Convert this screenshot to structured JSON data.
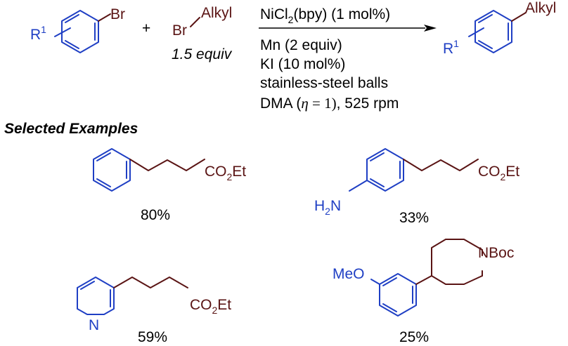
{
  "reaction": {
    "reactant1_sub": "R",
    "reactant1_sup": "1",
    "reactant1_br": "Br",
    "plus": "+",
    "reactant2_br": "Br",
    "reactant2_alkyl": "Alkyl",
    "reactant2_equiv": "1.5 equiv",
    "conditions": {
      "catalyst_pre": "NiCl",
      "catalyst_sub": "2",
      "catalyst_post": "(bpy) (1 mol%)",
      "reductant": "Mn (2 equiv)",
      "additive": "KI (10 mol%)",
      "balls": "stainless-steel balls",
      "solvent_pre": "DMA (",
      "solvent_eta": "η",
      "solvent_eq": " = 1)",
      "solvent_post": ", 525 rpm"
    },
    "product_sub": "R",
    "product_sup": "1",
    "product_alkyl": "Alkyl"
  },
  "section_title": "Selected Examples",
  "examples": [
    {
      "group_pre": "CO",
      "group_sub": "2",
      "group_post": "Et",
      "yield": "80%"
    },
    {
      "amine_pre": "H",
      "amine_sub": "2",
      "amine_post": "N",
      "group_pre": "CO",
      "group_sub": "2",
      "group_post": "Et",
      "yield": "33%"
    },
    {
      "ring_atom": "N",
      "group_pre": "CO",
      "group_sub": "2",
      "group_post": "Et",
      "yield": "59%"
    },
    {
      "methoxy": "MeO",
      "boc": "NBoc",
      "yield": "25%"
    }
  ],
  "colors": {
    "aryl": "#1f3fc4",
    "alkyl": "#5a1414",
    "text": "#000000"
  }
}
